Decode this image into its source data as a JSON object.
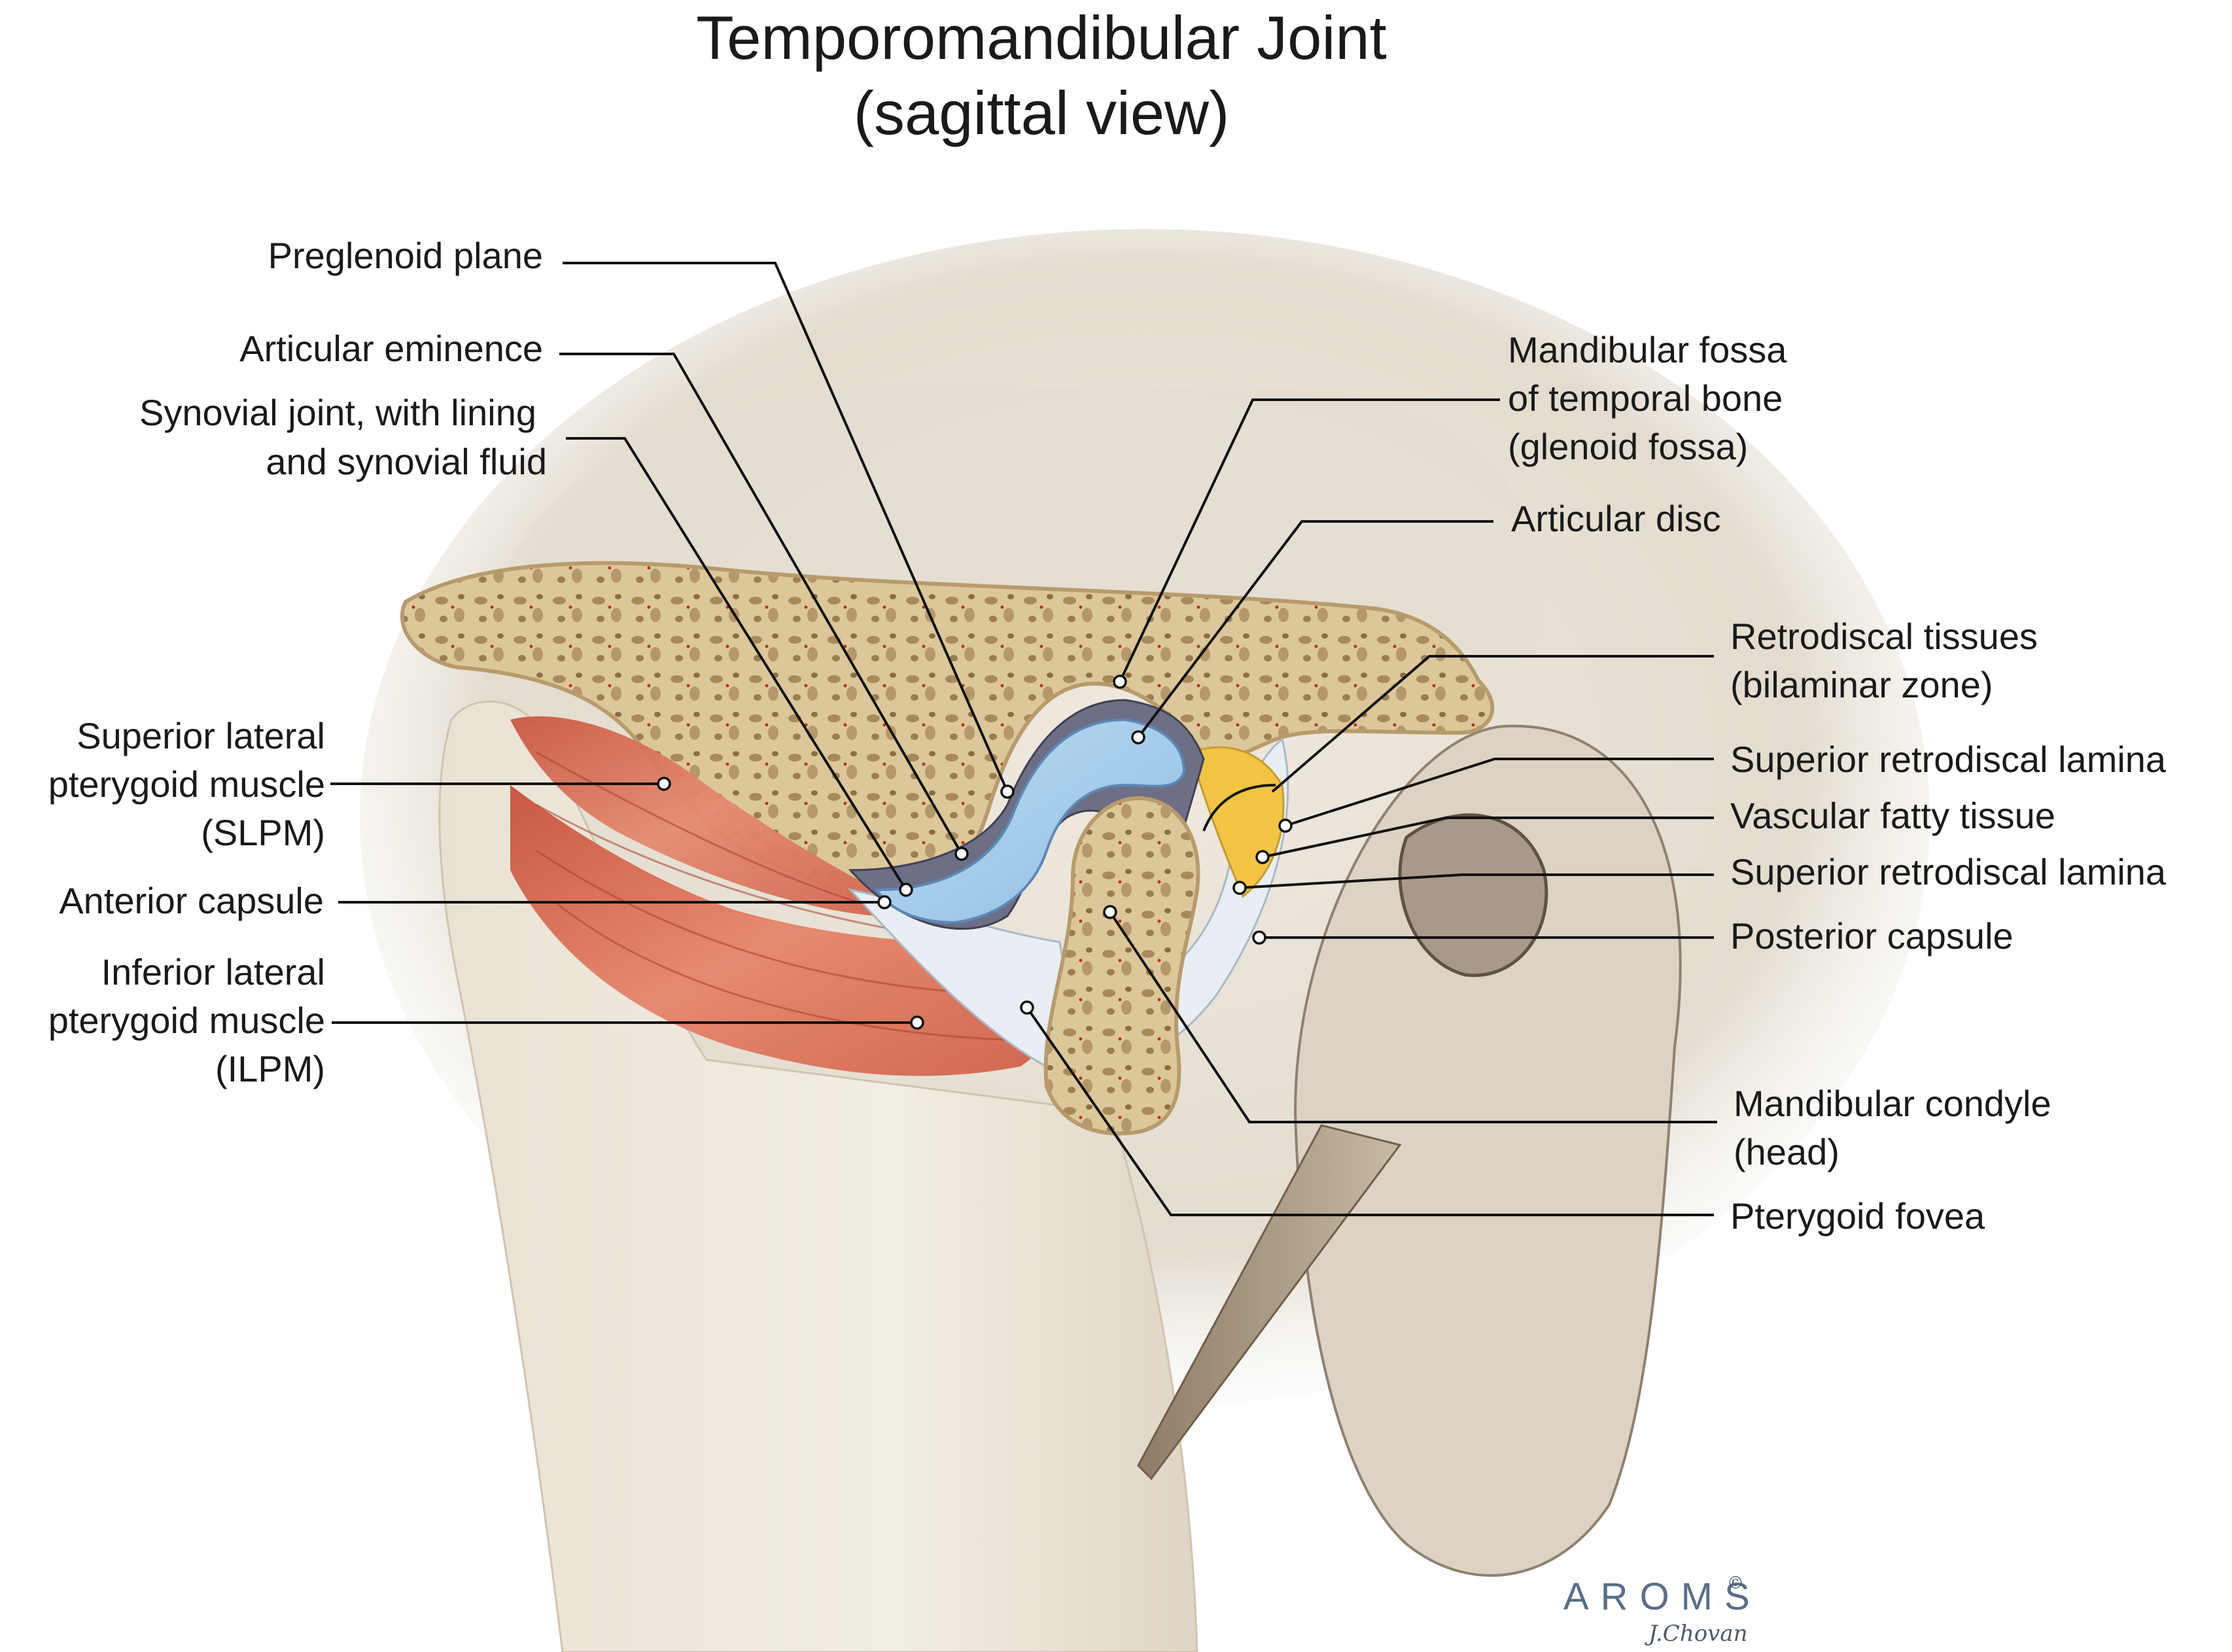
{
  "title": {
    "line1": "Temporomandibular Joint",
    "line2": "(sagittal view)"
  },
  "labels": {
    "preglenoid_plane": "Preglenoid plane",
    "articular_eminence": "Articular eminence",
    "synovial_joint_l1": "Synovial joint, with lining",
    "synovial_joint_l2": "and synovial fluid",
    "slpm_l1": "Superior lateral",
    "slpm_l2": "pterygoid muscle",
    "slpm_l3": "(SLPM)",
    "anterior_capsule": "Anterior capsule",
    "ilpm_l1": "Inferior lateral",
    "ilpm_l2": "pterygoid muscle",
    "ilpm_l3": "(ILPM)",
    "mandibular_fossa_l1": "Mandibular fossa",
    "mandibular_fossa_l2": "of temporal bone",
    "mandibular_fossa_l3": "(glenoid fossa)",
    "articular_disc": "Articular disc",
    "retrodiscal_l1": "Retrodiscal tissues",
    "retrodiscal_l2": "(bilaminar zone)",
    "superior_retrodiscal_lamina_1": "Superior retrodiscal lamina",
    "vascular_fatty_tissue": "Vascular fatty tissue",
    "superior_retrodiscal_lamina_2": "Superior retrodiscal lamina",
    "posterior_capsule": "Posterior capsule",
    "mandibular_condyle_l1": "Mandibular condyle",
    "mandibular_condyle_l2": "(head)",
    "pterygoid_fovea": "Pterygoid fovea"
  },
  "logo": {
    "wordmark": "AROMS",
    "copyright": "©",
    "signature": "J.Chovan"
  },
  "colors": {
    "bone": "#dcc79a",
    "muscle": "#d8705a",
    "disc": "#a9cde9",
    "synovial": "#6c6f86",
    "fat": "#f2c443",
    "background_bone": "#e7e1d6"
  }
}
